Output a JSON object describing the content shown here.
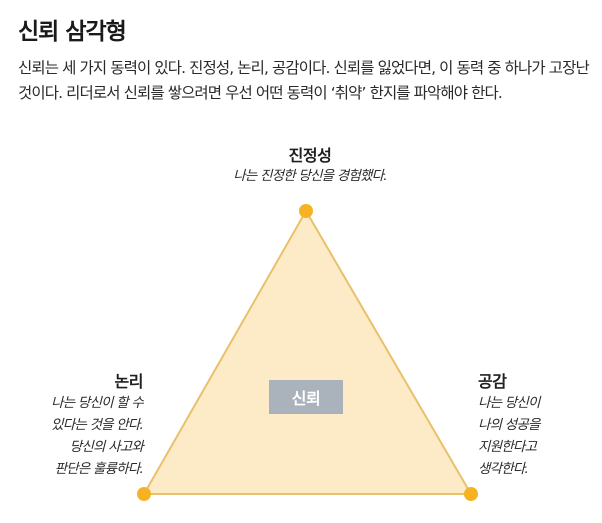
{
  "title": "신뢰 삼각형",
  "intro": "신뢰는 세 가지 동력이 있다. 진정성, 논리, 공감이다. 신뢰를 잃었다면, 이 동력 중 하나가 고장난 것이다. 리더로서 신뢰를 쌓으려면 우선 어떤 동력이 ‘취약’ 한지를 파악해야 한다.",
  "colors": {
    "triangle_fill": "#fdebc8",
    "triangle_stroke": "#e8c16a",
    "vertex": "#f5b324",
    "center_box": "#aab3bb"
  },
  "diagram": {
    "center": {
      "label": "신뢰"
    },
    "vertices": {
      "top": {
        "title": "진정성",
        "desc": [
          "나는 진정한 당신을 경험했다."
        ]
      },
      "left": {
        "title": "논리",
        "desc": [
          "나는 당신이 할 수",
          "있다는 것을 안다.",
          "당신의 사고와",
          "판단은 훌륭하다."
        ]
      },
      "right": {
        "title": "공감",
        "desc": [
          "나는 당신이",
          "나의 성공을",
          "지원한다고",
          "생각한다."
        ]
      }
    }
  }
}
